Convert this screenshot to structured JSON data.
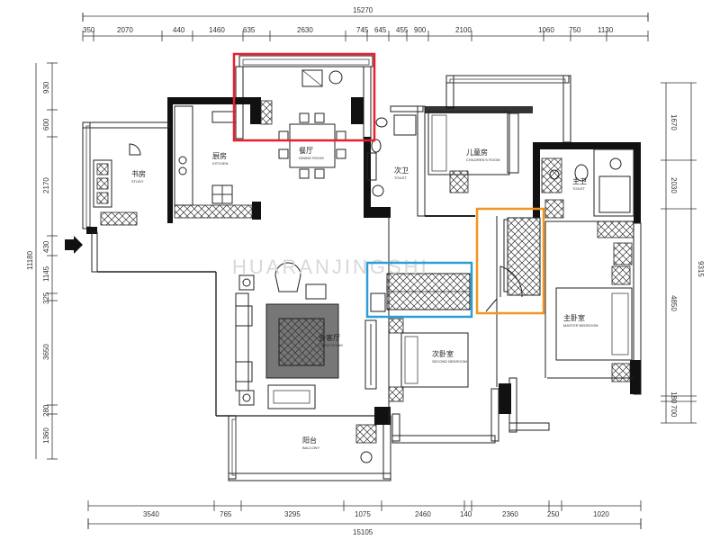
{
  "dimensions": {
    "top_total": "15270",
    "top_segments": [
      "350",
      "2070",
      "440",
      "1460",
      "635",
      "2630",
      "745",
      "645",
      "455",
      "900",
      "2100",
      "1060",
      "750",
      "1130"
    ],
    "bottom_total": "15105",
    "bottom_segments": [
      "3540",
      "765",
      "3295",
      "1075",
      "2460",
      "140",
      "2360",
      "250",
      "1020"
    ],
    "left_total": "11180",
    "left_segments": [
      "930",
      "600",
      "2170",
      "430",
      "1145",
      "325",
      "3650",
      "280",
      "1360"
    ],
    "right_total": "9315",
    "right_segments": [
      "1670",
      "2030",
      "4850",
      "180",
      "700"
    ]
  },
  "rooms": [
    {
      "id": "utility",
      "cn": "书房",
      "en": "STUDY"
    },
    {
      "id": "kitchen",
      "cn": "厨房",
      "en": "KITCHEN"
    },
    {
      "id": "dining",
      "cn": "餐厅",
      "en": "DINING ROOM"
    },
    {
      "id": "toilet2",
      "cn": "次卫",
      "en": "TOILET"
    },
    {
      "id": "children",
      "cn": "儿童房",
      "en": "CHILDREN'S ROOM"
    },
    {
      "id": "master_toilet",
      "cn": "主卫",
      "en": "TOILET"
    },
    {
      "id": "living",
      "cn": "会客厅",
      "en": "LIVING ROOM"
    },
    {
      "id": "second_bed",
      "cn": "次卧室",
      "en": "SECOND BEDROOM"
    },
    {
      "id": "master_bed",
      "cn": "主卧室",
      "en": "MASTER BEDROOM"
    },
    {
      "id": "balcony",
      "cn": "阳台",
      "en": "BALCONY"
    }
  ],
  "watermark": "HUARANJINGSHI",
  "highlights": [
    {
      "id": "dining-highlight",
      "color": "#e8202a"
    },
    {
      "id": "cabinet-highlight",
      "color": "#2a9fd6"
    },
    {
      "id": "corridor-highlight",
      "color": "#f0961e"
    }
  ],
  "icons": {
    "entry": "entry-arrow-icon"
  }
}
